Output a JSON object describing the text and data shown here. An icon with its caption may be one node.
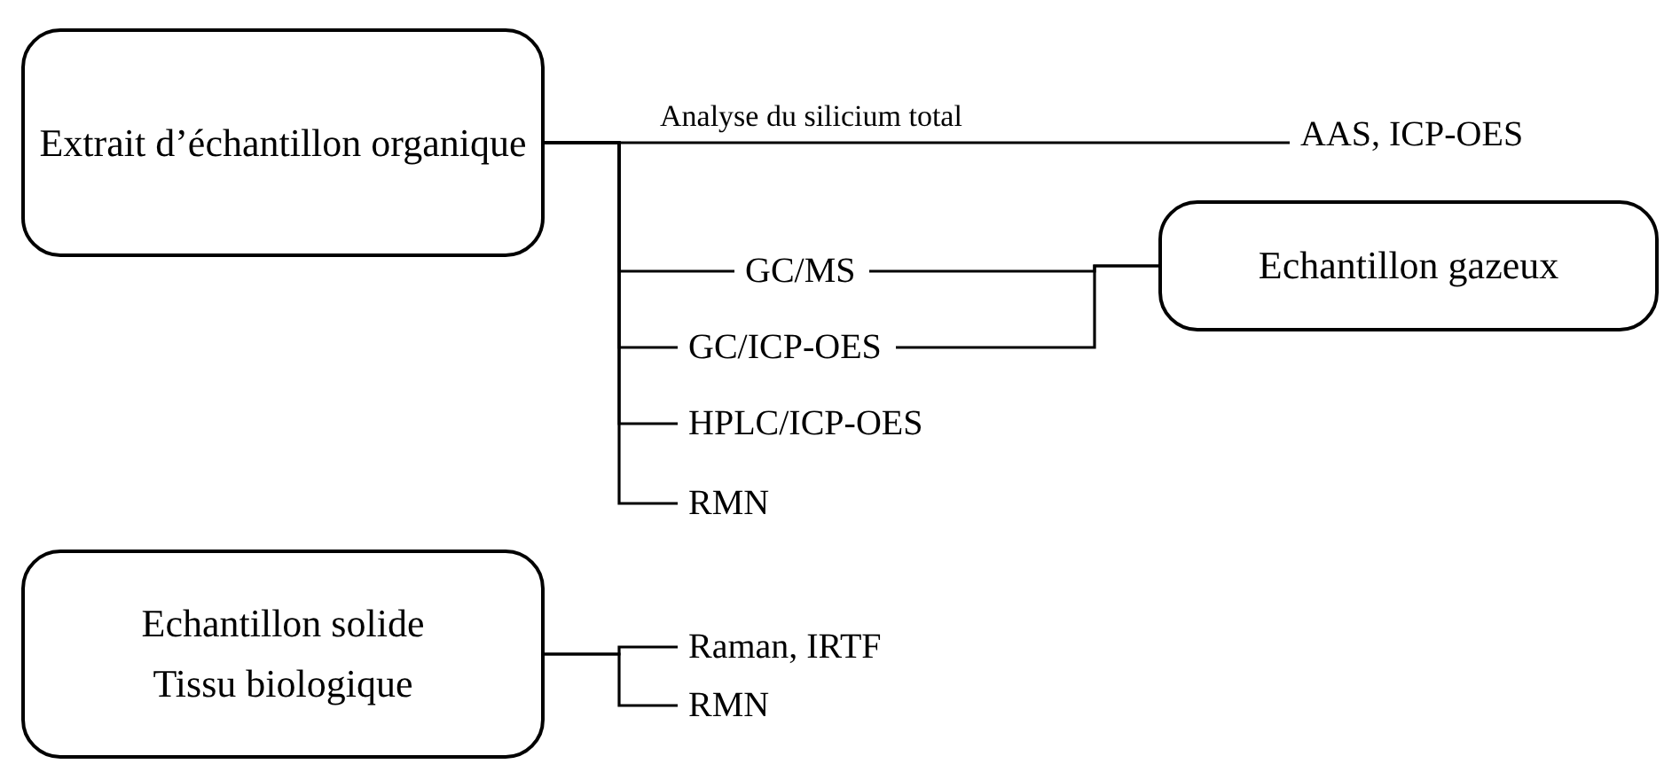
{
  "diagram": {
    "nodes": [
      {
        "text": [
          "Extrait d’échantillon organique"
        ]
      },
      {
        "text": [
          "AAS, ICP-OES"
        ]
      },
      {
        "text": [
          "GC/MS"
        ]
      },
      {
        "text": [
          "GC/ICP-OES"
        ]
      },
      {
        "text": [
          "Echantillon gazeux"
        ]
      },
      {
        "text": [
          "HPLC/ICP-OES"
        ]
      },
      {
        "text": [
          "RMN"
        ]
      },
      {
        "text": [
          "Echantillon solide",
          "Tissu biologique"
        ]
      },
      {
        "text": [
          "Raman, IRTF"
        ]
      },
      {
        "text": [
          "RMN"
        ]
      }
    ],
    "edges": [
      {
        "from": 0,
        "to": 1,
        "arrow": "none",
        "label": "Analyse du silicium total"
      },
      {
        "from": 0,
        "to": 2,
        "arrow": "none"
      },
      {
        "from": 0,
        "to": 3,
        "arrow": "none"
      },
      {
        "from": 0,
        "to": 5,
        "arrow": "none"
      },
      {
        "from": 0,
        "to": 6,
        "arrow": "none"
      },
      {
        "from": 2,
        "to": 4,
        "arrow": "none"
      },
      {
        "from": 3,
        "to": 4,
        "arrow": "none"
      },
      {
        "from": 7,
        "to": 8,
        "arrow": "none"
      },
      {
        "from": 7,
        "to": 9,
        "arrow": "none"
      }
    ]
  }
}
